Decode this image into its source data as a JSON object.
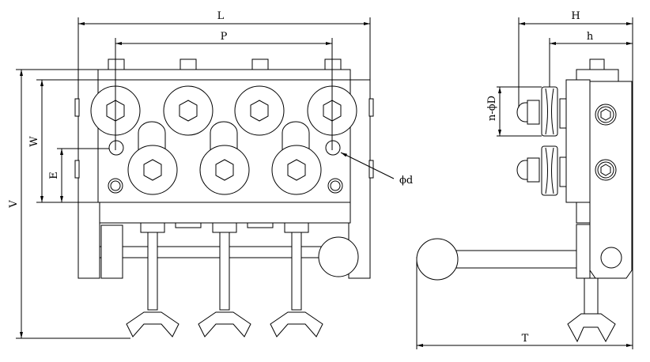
{
  "dimensions": {
    "L": "L",
    "P": "P",
    "V": "V",
    "W": "W",
    "E": "E",
    "phi_d": "ϕd",
    "H": "H",
    "h": "h",
    "n_phi_D": "n-ϕD",
    "T": "T"
  },
  "colors": {
    "line": "#000000",
    "background": "#ffffff"
  }
}
